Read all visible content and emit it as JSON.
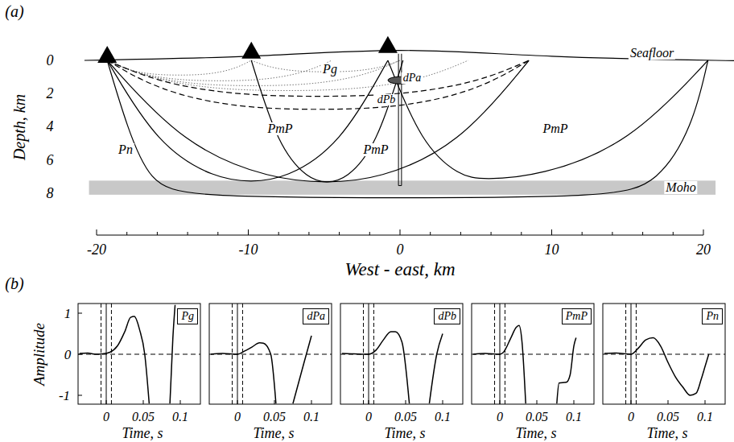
{
  "diagram": {
    "nodes": [
      {
        "text": [
          "Pg"
        ]
      },
      {
        "text": [
          "dPa"
        ]
      },
      {
        "text": [
          "dPb"
        ]
      },
      {
        "text": [
          "PmP"
        ]
      },
      {
        "text": [
          "Pn"
        ]
      }
    ],
    "labels": [
      "(a)",
      "0",
      "2",
      "4",
      "6",
      "8",
      "Depth, km",
      "Pg",
      "dPa",
      "dPb",
      "PmP",
      "PmP",
      "PmP",
      "Pn",
      "Seafloor",
      "Moho",
      "-20",
      "-10",
      "0",
      "10",
      "20",
      "West - east, km",
      "(b)",
      "1",
      "0",
      "-1",
      "Amplitude",
      "0",
      "0.05",
      "0.1",
      "Time, s",
      "0",
      "0.05",
      "0.1",
      "Time, s",
      "0",
      "0.05",
      "0.1",
      "Time, s",
      "0",
      "0.05",
      "0.1",
      "Time, s",
      "0",
      "0.05",
      "0.1",
      "Time, s"
    ]
  }
}
